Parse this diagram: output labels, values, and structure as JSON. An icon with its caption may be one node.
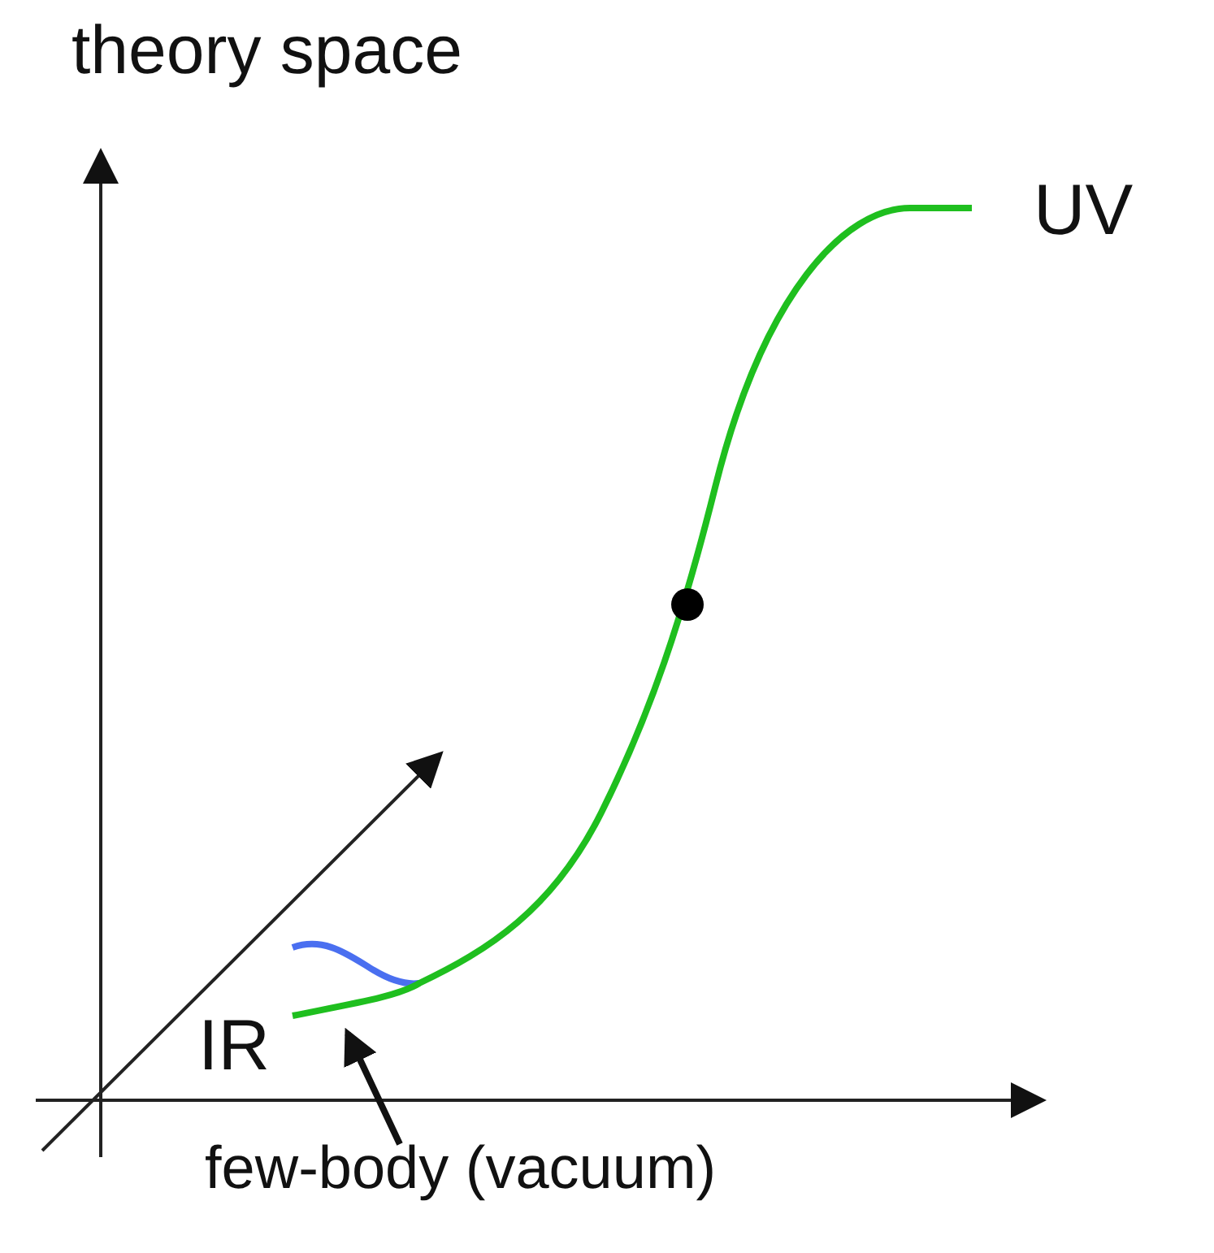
{
  "diagram": {
    "title": "theory space",
    "nodes": [
      {
        "text": [
          "few-body (vacuum)"
        ]
      },
      {
        "text": [],
        "shape": "line"
      }
    ],
    "edges": [
      {
        "from": 0,
        "to": 1,
        "arrow": "to"
      }
    ],
    "labels": [
      "UV",
      "IR"
    ]
  }
}
